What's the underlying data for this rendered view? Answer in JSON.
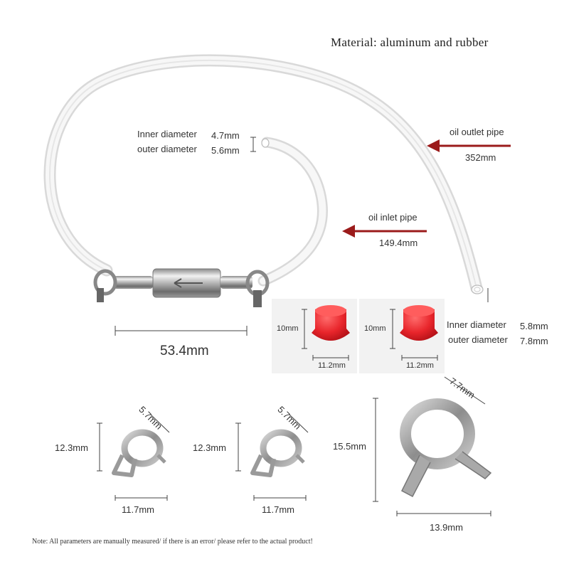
{
  "title": "Material: aluminum and rubber",
  "tube": {
    "inner_label": "Inner diameter",
    "inner_value": "4.7mm",
    "outer_label": "outer diameter",
    "outer_value": "5.6mm"
  },
  "outlet": {
    "label": "oil outlet pipe",
    "length": "352mm",
    "arrow_color": "#9b1b1b"
  },
  "inlet": {
    "label": "oil inlet pipe",
    "length": "149.4mm",
    "arrow_color": "#9b1b1b"
  },
  "filter": {
    "length": "53.4mm"
  },
  "caps": {
    "height": "10mm",
    "width": "11.2mm",
    "inner_label": "Inner diameter",
    "inner_value": "5.8mm",
    "outer_label": "outer diameter",
    "outer_value": "7.8mm",
    "color": "#e8252b"
  },
  "clips": [
    {
      "height": "12.3mm",
      "depth": "5.7mm",
      "width": "11.7mm"
    },
    {
      "height": "12.3mm",
      "depth": "5.7mm",
      "width": "11.7mm"
    },
    {
      "height": "15.5mm",
      "depth": "7.7mm",
      "width": "13.9mm"
    }
  ],
  "note": "Note: All parameters are manually measured/ if there is an error/ please refer to the actual product!"
}
